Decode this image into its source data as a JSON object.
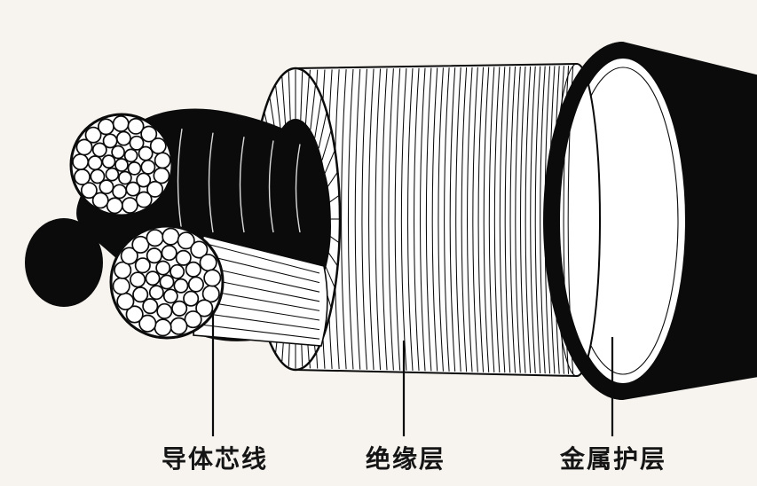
{
  "labels": [
    {
      "id": "conductor-core",
      "text": "导体芯线"
    },
    {
      "id": "insulation-layer",
      "text": "绝缘层"
    },
    {
      "id": "metal-sheath",
      "text": "金属护层"
    }
  ],
  "colors": {
    "bg": "#f7f4ef",
    "ink": "#0b0b0b",
    "paper": "#ffffff",
    "label": "#151515"
  }
}
